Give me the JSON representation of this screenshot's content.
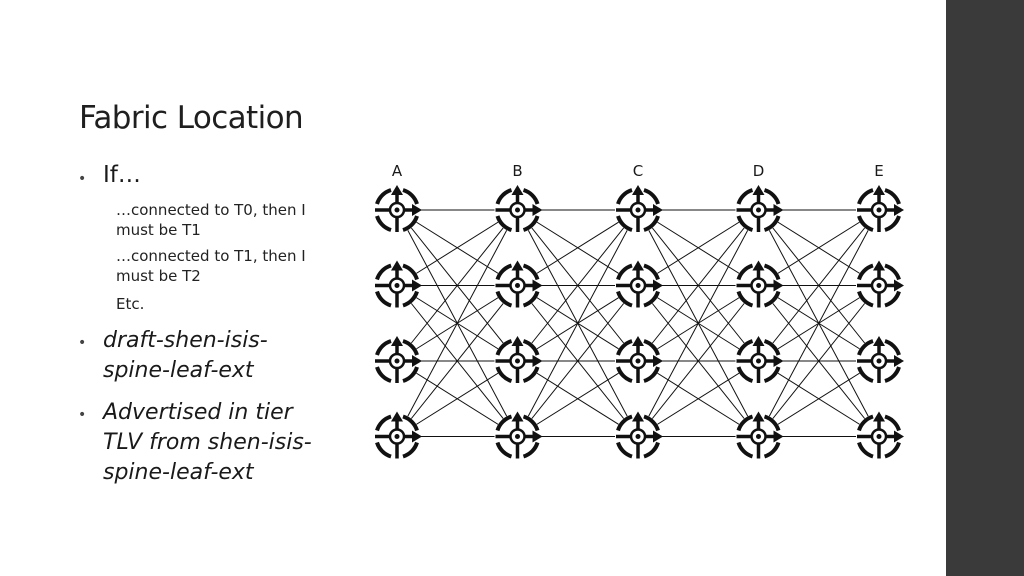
{
  "slide": {
    "title": "Fabric Location",
    "bullets": [
      {
        "text": "If…",
        "sub": [
          "…connected to T0, then I must be T1",
          "…connected to T1, then I must be T2",
          "Etc."
        ]
      },
      {
        "text": "draft-shen-isis-spine-leaf-ext"
      },
      {
        "text": "Advertised in tier TLV from shen-isis-spine-leaf-ext"
      }
    ]
  },
  "diagram": {
    "columns": [
      "A",
      "B",
      "C",
      "D",
      "E"
    ],
    "rows": 4,
    "node_icon": "router-icon",
    "connectivity": "full-mesh-between-adjacent-columns"
  },
  "colors": {
    "background": "#ffffff",
    "side_band": "#3a3a3a",
    "text": "#1a1a1a"
  }
}
